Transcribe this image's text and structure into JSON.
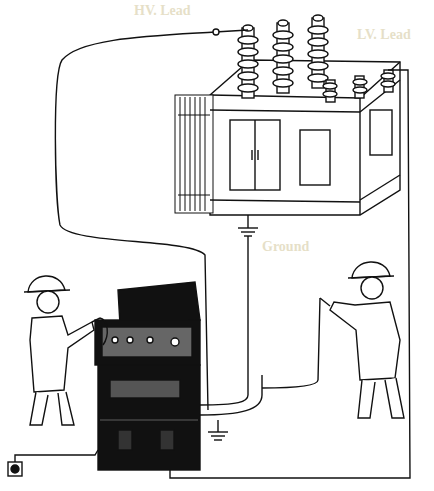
{
  "diagram": {
    "labels": [
      "HV. Lead",
      "LV. Lead",
      "Ground"
    ]
  }
}
